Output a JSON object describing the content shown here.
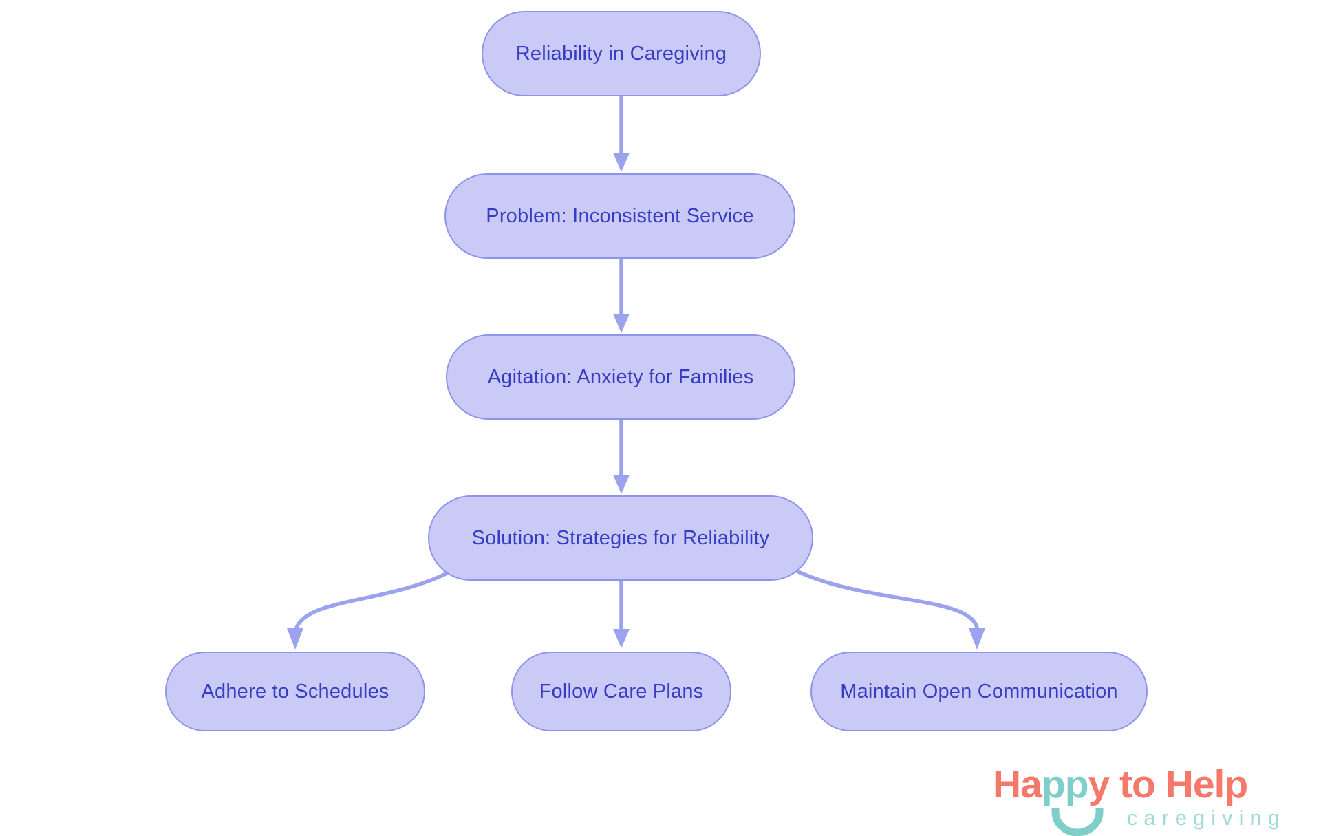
{
  "diagram": {
    "type": "flowchart",
    "nodes": [
      {
        "id": "reliability",
        "label": "Reliability in Caregiving"
      },
      {
        "id": "problem",
        "label": "Problem: Inconsistent Service"
      },
      {
        "id": "agitation",
        "label": "Agitation: Anxiety for Families"
      },
      {
        "id": "solution",
        "label": "Solution: Strategies for Reliability"
      },
      {
        "id": "adhere",
        "label": "Adhere to Schedules"
      },
      {
        "id": "follow",
        "label": "Follow Care Plans"
      },
      {
        "id": "maintain",
        "label": "Maintain Open Communication"
      }
    ],
    "edges": [
      {
        "from": "reliability",
        "to": "problem"
      },
      {
        "from": "problem",
        "to": "agitation"
      },
      {
        "from": "agitation",
        "to": "solution"
      },
      {
        "from": "solution",
        "to": "adhere"
      },
      {
        "from": "solution",
        "to": "follow"
      },
      {
        "from": "solution",
        "to": "maintain"
      }
    ],
    "colors": {
      "node_fill": "#c9cbf6",
      "node_border": "#8e94ea",
      "node_text": "#383cc4",
      "arrow": "#9ba2ee",
      "background": "#ffffff"
    }
  },
  "logo": {
    "title_part1": "Ha",
    "title_part2": "pp",
    "title_part3": "y to Help",
    "subtitle": "caregiving",
    "colors": {
      "coral": "#f4796b",
      "teal": "#7ecfc9",
      "light_teal": "#9edad6"
    }
  }
}
